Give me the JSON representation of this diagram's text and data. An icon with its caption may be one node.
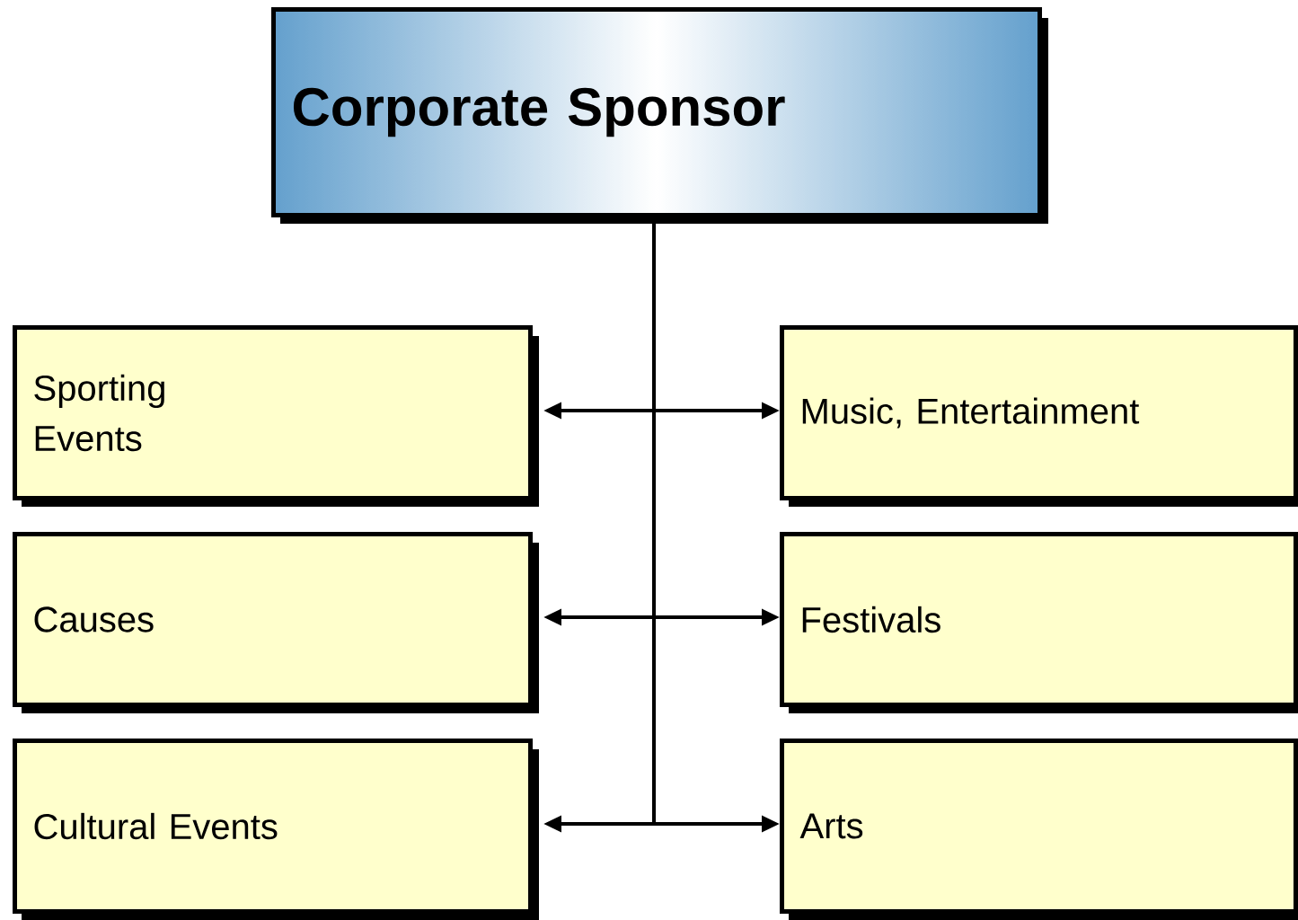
{
  "diagram": {
    "nodes": [
      {
        "text": [
          "Corporate Sponsor"
        ]
      },
      {
        "text": [
          "Sporting Events"
        ]
      },
      {
        "text": [
          "Music, Entertainment"
        ]
      },
      {
        "text": [
          "Causes"
        ]
      },
      {
        "text": [
          "Festivals"
        ]
      },
      {
        "text": [
          "Cultural Events"
        ]
      },
      {
        "text": [
          "Arts"
        ]
      }
    ],
    "edges": [
      {
        "from": 0,
        "to": 1,
        "arrow": "to"
      },
      {
        "from": 0,
        "to": 2,
        "arrow": "to"
      },
      {
        "from": 0,
        "to": 3,
        "arrow": "to"
      },
      {
        "from": 0,
        "to": 4,
        "arrow": "to"
      },
      {
        "from": 0,
        "to": 5,
        "arrow": "to"
      },
      {
        "from": 0,
        "to": 6,
        "arrow": "to"
      }
    ]
  }
}
